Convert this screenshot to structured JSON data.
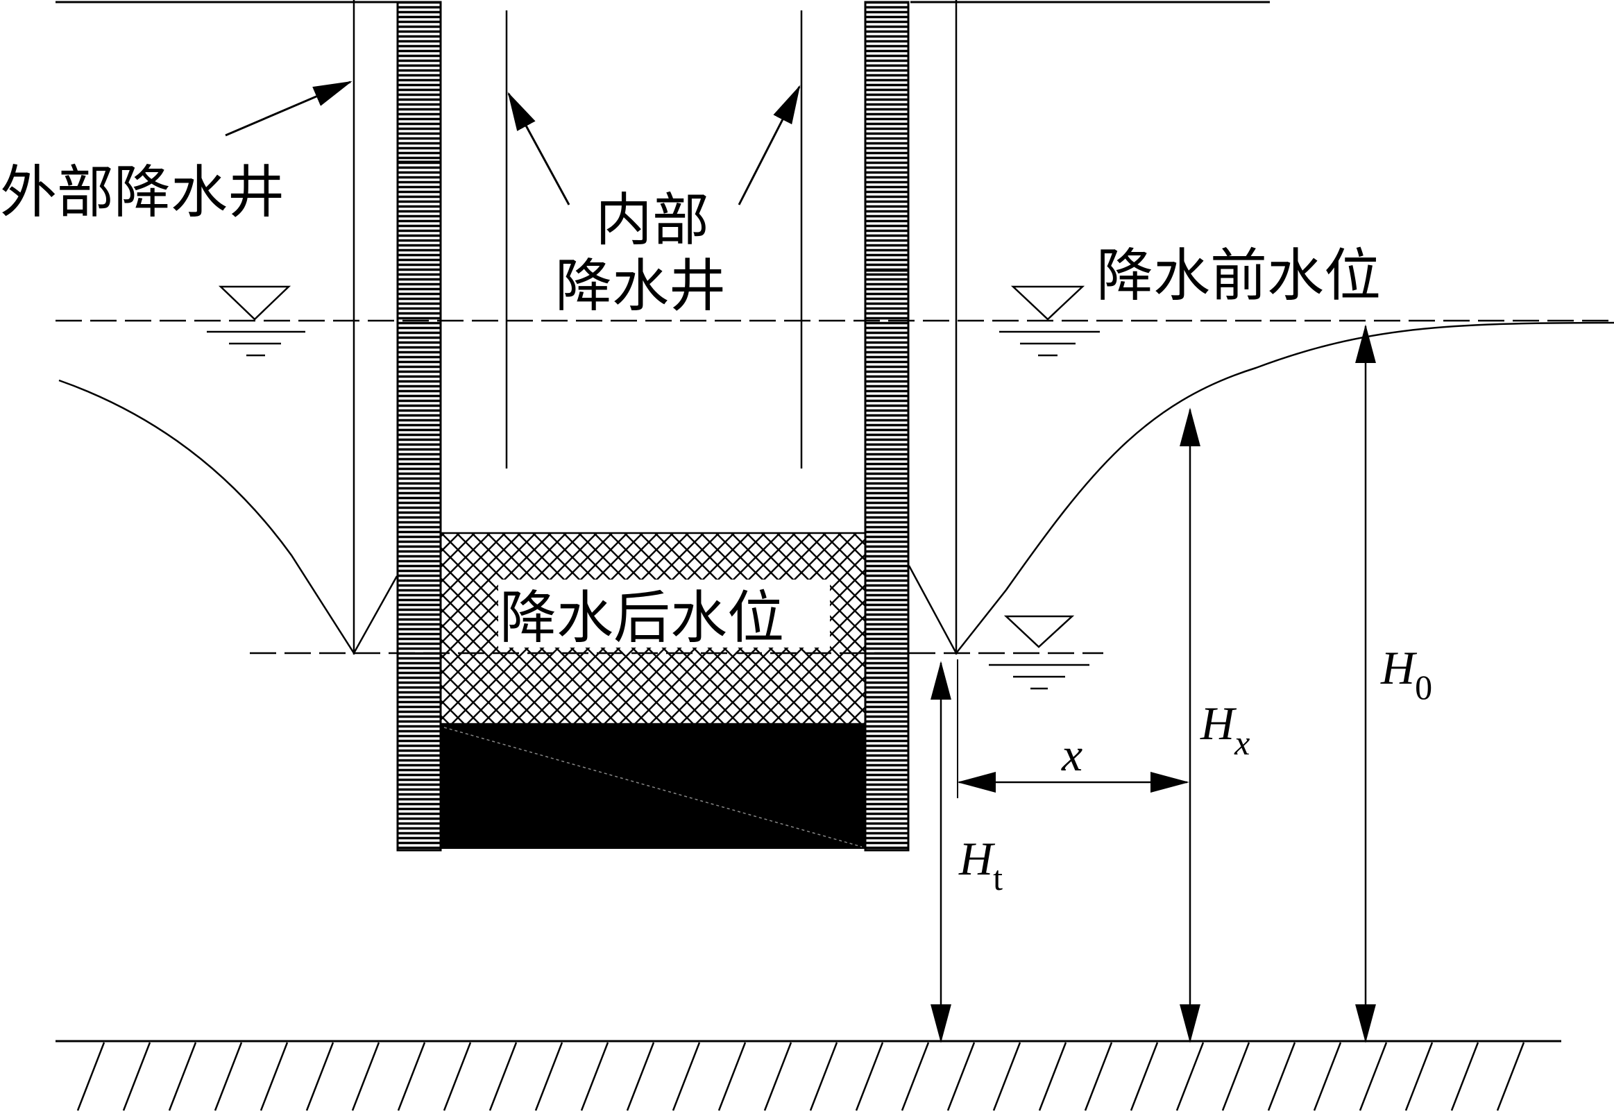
{
  "labels": {
    "outer_well": "外部降水井",
    "inner_well_line1": "内部",
    "inner_well_line2": "降水井",
    "level_before": "降水前水位",
    "level_after": "降水后水位"
  },
  "symbols": {
    "H0": {
      "main": "H",
      "sub": "0"
    },
    "Hx": {
      "main": "H",
      "sub": "x"
    },
    "Ht": {
      "main": "H",
      "sub": "t"
    },
    "x": "x"
  },
  "colors": {
    "ink": "#000000",
    "paper": "#ffffff"
  }
}
